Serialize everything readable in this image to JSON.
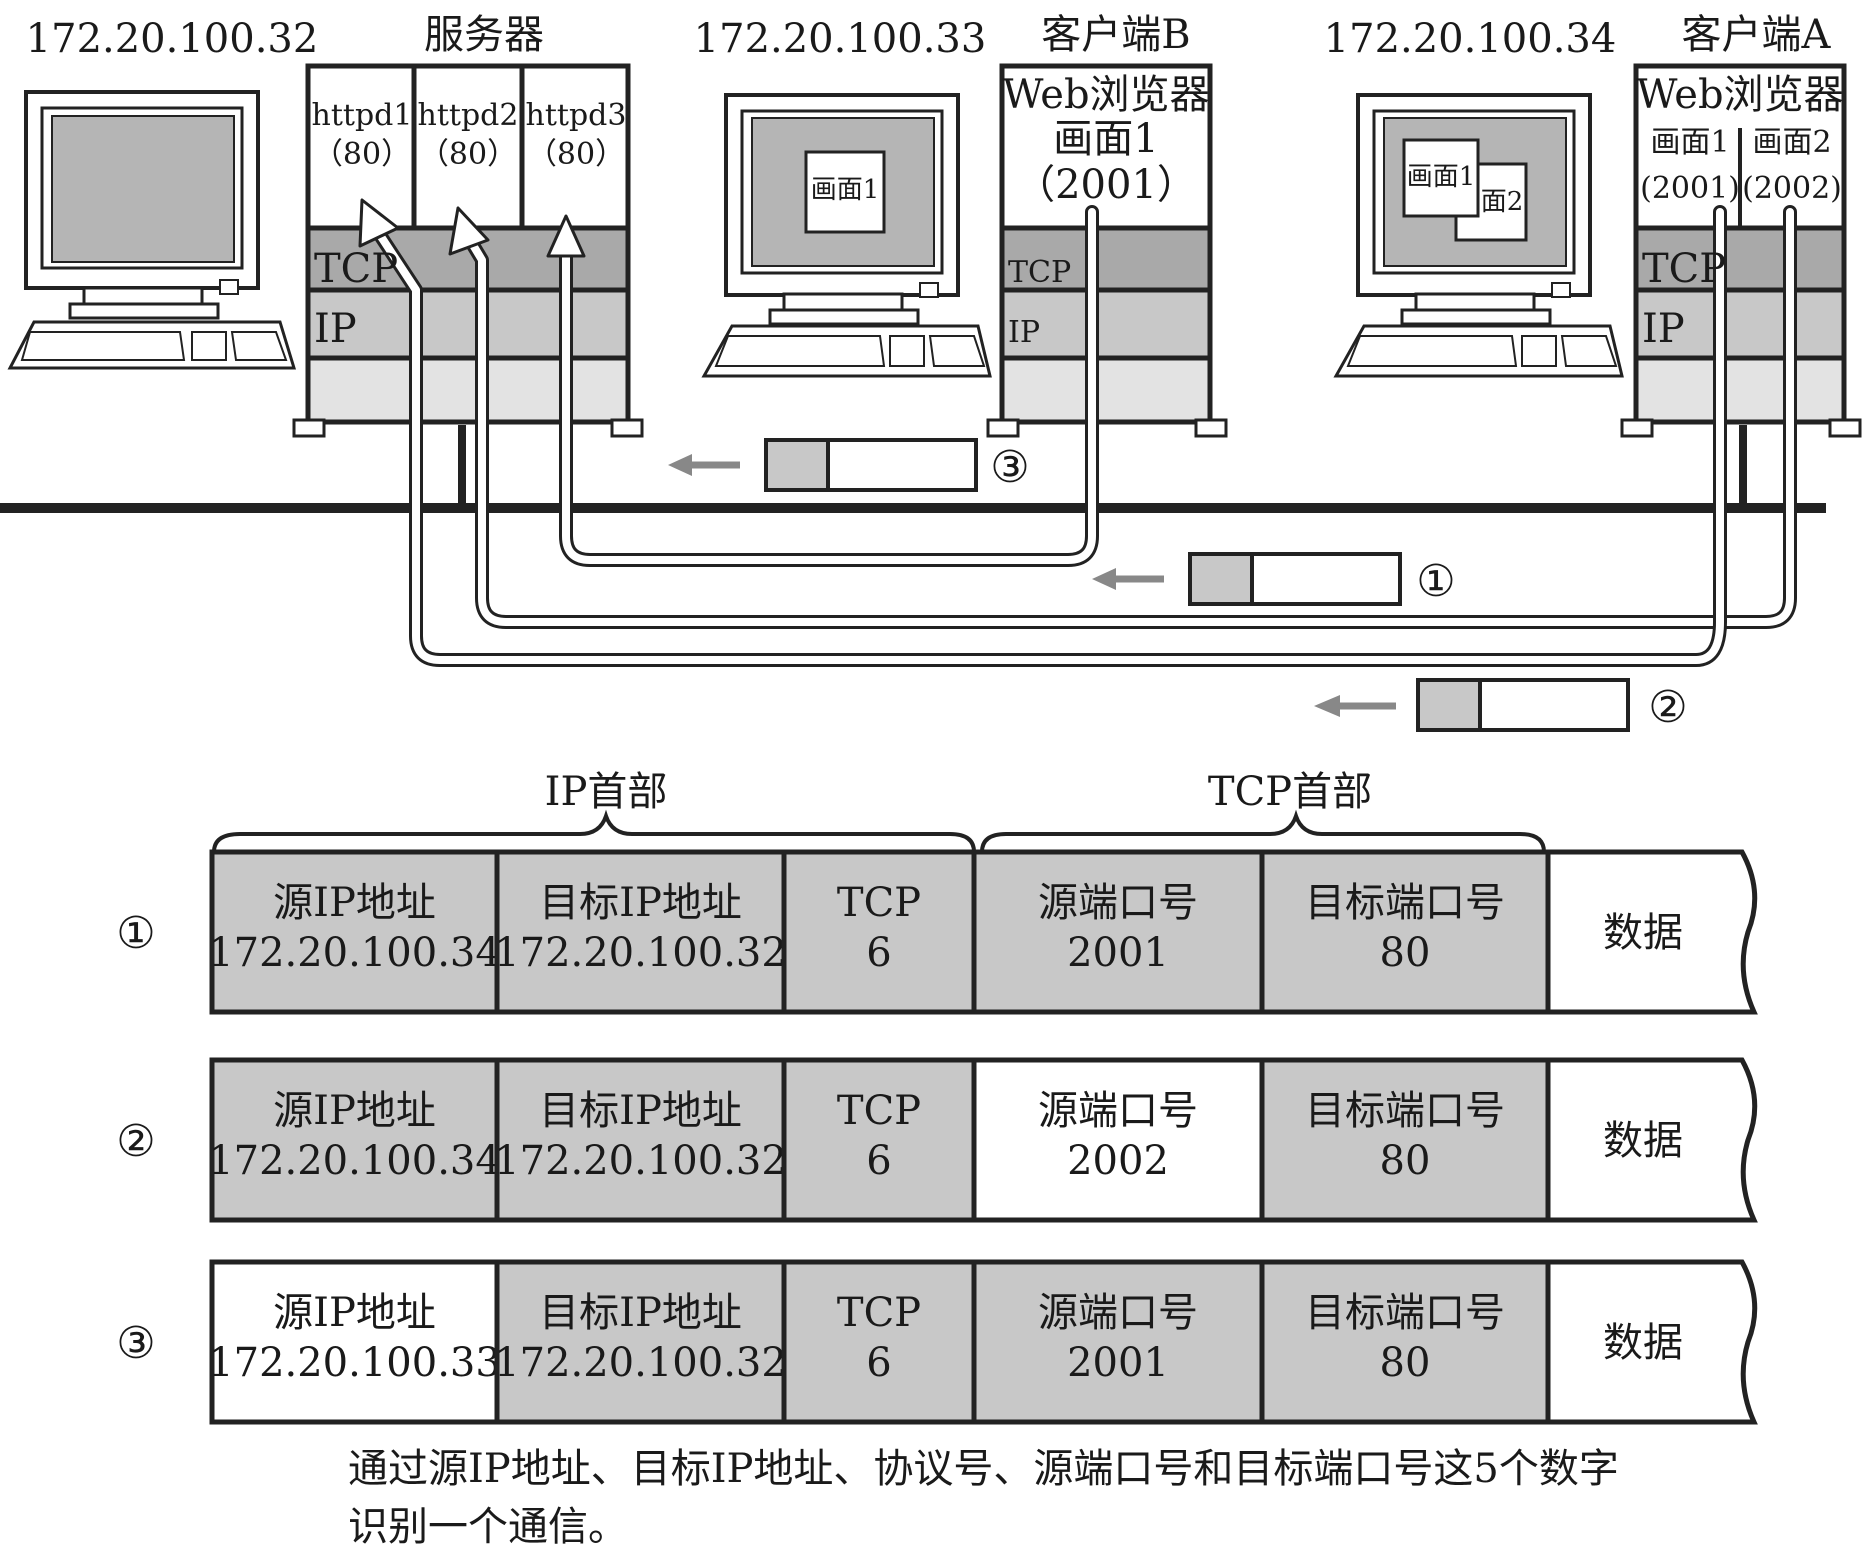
{
  "hosts": {
    "server": {
      "ip": "172.20.100.32",
      "title": "服务器",
      "apps": [
        {
          "name": "httpd1",
          "port": "（80）"
        },
        {
          "name": "httpd2",
          "port": "（80）"
        },
        {
          "name": "httpd3",
          "port": "（80）"
        }
      ],
      "layers": {
        "tcp": "TCP",
        "ip": "IP"
      }
    },
    "client_b": {
      "ip": "172.20.100.33",
      "title": "客户端B",
      "app_line1": "Web浏览器",
      "app_line2": "画面1",
      "app_line3": "（2001）",
      "screen_window": "画面1",
      "layers": {
        "tcp": "TCP",
        "ip": "IP"
      }
    },
    "client_a": {
      "ip": "172.20.100.34",
      "title": "客户端A",
      "app_line1": "Web浏览器",
      "win1_label": "画面1",
      "win1_port": "(2001)",
      "win2_label": "画面2",
      "win2_port": "(2002)",
      "screen_window1": "画面1",
      "screen_window2": "面2",
      "layers": {
        "tcp": "TCP",
        "ip": "IP"
      }
    }
  },
  "packet_markers": [
    "①",
    "②",
    "③"
  ],
  "headers": {
    "ip_header": "IP首部",
    "tcp_header": "TCP首部"
  },
  "rows": [
    {
      "marker": "①",
      "src_ip_label": "源IP地址",
      "src_ip": "172.20.100.34",
      "dst_ip_label": "目标IP地址",
      "dst_ip": "172.20.100.32",
      "proto_label": "TCP",
      "proto": "6",
      "src_port_label": "源端口号",
      "src_port": "2001",
      "dst_port_label": "目标端口号",
      "dst_port": "80",
      "data": "数据"
    },
    {
      "marker": "②",
      "src_ip_label": "源IP地址",
      "src_ip": "172.20.100.34",
      "dst_ip_label": "目标IP地址",
      "dst_ip": "172.20.100.32",
      "proto_label": "TCP",
      "proto": "6",
      "src_port_label": "源端口号",
      "src_port": "2002",
      "dst_port_label": "目标端口号",
      "dst_port": "80",
      "data": "数据"
    },
    {
      "marker": "③",
      "src_ip_label": "源IP地址",
      "src_ip": "172.20.100.33",
      "dst_ip_label": "目标IP地址",
      "dst_ip": "172.20.100.32",
      "proto_label": "TCP",
      "proto": "6",
      "src_port_label": "源端口号",
      "src_port": "2001",
      "dst_port_label": "目标端口号",
      "dst_port": "80",
      "data": "数据"
    }
  ],
  "caption": {
    "line1": "通过源IP地址、目标IP地址、协议号、源端口号和目标端口号这5个数字",
    "line2": "识别一个通信。"
  },
  "colors": {
    "shade": "#c8c8c8",
    "light": "#e3e3e3",
    "dark_layer": "#a9a9a9",
    "line": "#1a1a1a",
    "arrow": "#888888"
  }
}
